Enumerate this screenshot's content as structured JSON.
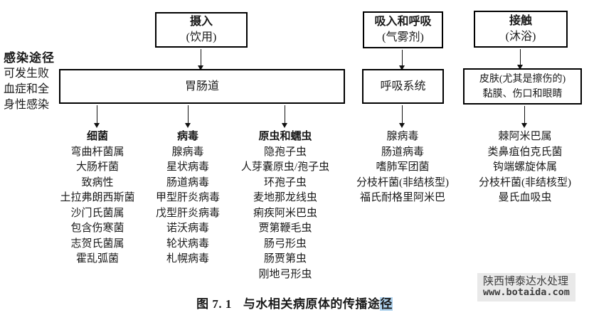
{
  "side_note": {
    "heading": "感染途径",
    "lines": [
      "可发生败",
      "血症和全",
      "身性感染"
    ]
  },
  "top_boxes": {
    "ingestion": {
      "title": "摄入",
      "subtitle": "(饮用)"
    },
    "inhalation": {
      "title": "吸入和呼吸",
      "subtitle": "(气雾剂)"
    },
    "contact": {
      "title": "接触",
      "subtitle": "(沐浴)"
    }
  },
  "site_boxes": {
    "gastrointestinal": {
      "label": "胃肠道"
    },
    "respiratory": {
      "label": "呼吸系统"
    },
    "skin": {
      "line1": "皮肤(尤其是擦伤的)",
      "line2": "黏膜、伤口和眼睛"
    }
  },
  "columns": {
    "bacteria": {
      "header": "细菌",
      "items": [
        "弯曲杆菌属",
        "大肠杆菌",
        "致病性",
        "土拉弗朗西斯菌",
        "沙门氏菌属",
        "包含伤寒菌",
        "志贺氏菌属",
        "霍乱弧菌"
      ]
    },
    "viruses": {
      "header": "病毒",
      "items": [
        "腺病毒",
        "星状病毒",
        "肠道病毒",
        "甲型肝炎病毒",
        "戊型肝炎病毒",
        "诺沃病毒",
        "轮状病毒",
        "札幌病毒"
      ]
    },
    "protozoa": {
      "header": "原虫和蠕虫",
      "items": [
        "隐孢子虫",
        "人芽囊原虫/孢子虫",
        "环孢子虫",
        "麦地那龙线虫",
        "痢疾阿米巴虫",
        "贾第鞭毛虫",
        "肠弓形虫",
        "肠贾第虫",
        "刚地弓形虫"
      ]
    },
    "respiratory_list": {
      "items": [
        "腺病毒",
        "肠道病毒",
        "嗜肺军团菌",
        "分枝杆菌(非结核型)",
        "福氏耐格里阿米巴"
      ]
    },
    "contact_list": {
      "items": [
        "棘阿米巴属",
        "类鼻疽伯克氏菌",
        "钩端螺旋体属",
        "分枝杆菌(非结核型)",
        "曼氏血吸虫"
      ]
    }
  },
  "caption": {
    "prefix": "图 7. 1",
    "text": "与水相关病原体的传播途",
    "highlighted_char": "径",
    "highlight_color": "#aed2ee"
  },
  "watermark": {
    "line1": "陕西博泰达水处理",
    "line2": "www.botaida.com"
  }
}
